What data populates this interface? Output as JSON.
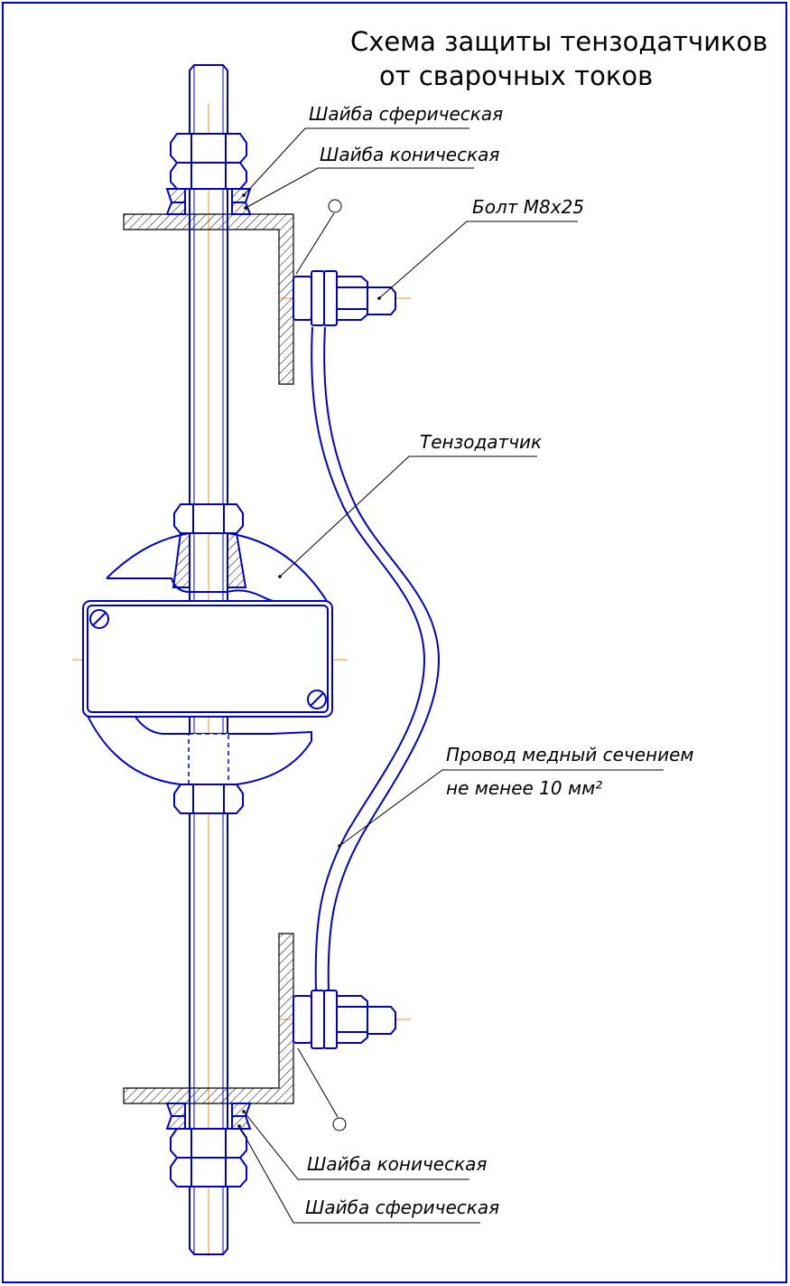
{
  "title": {
    "line1": "Схема защиты тензодатчиков",
    "line2": "от сварочных токов"
  },
  "labels": {
    "washer_spherical_top": "Шайба сферическая",
    "washer_conical_top": "Шайба коническая",
    "bolt": "Болт М8х25",
    "sensor": "Тензодатчик",
    "wire_line1": "Провод медный сечением",
    "wire_line2": "не менее 10 мм²",
    "washer_conical_bottom": "Шайба коническая",
    "washer_spherical_bottom": "Шайба сферическая"
  },
  "colors": {
    "part": "#0000cc",
    "axis": "#ff8c1a",
    "frame": "#0000cc",
    "text": "#000000",
    "hatch": "#000000"
  }
}
